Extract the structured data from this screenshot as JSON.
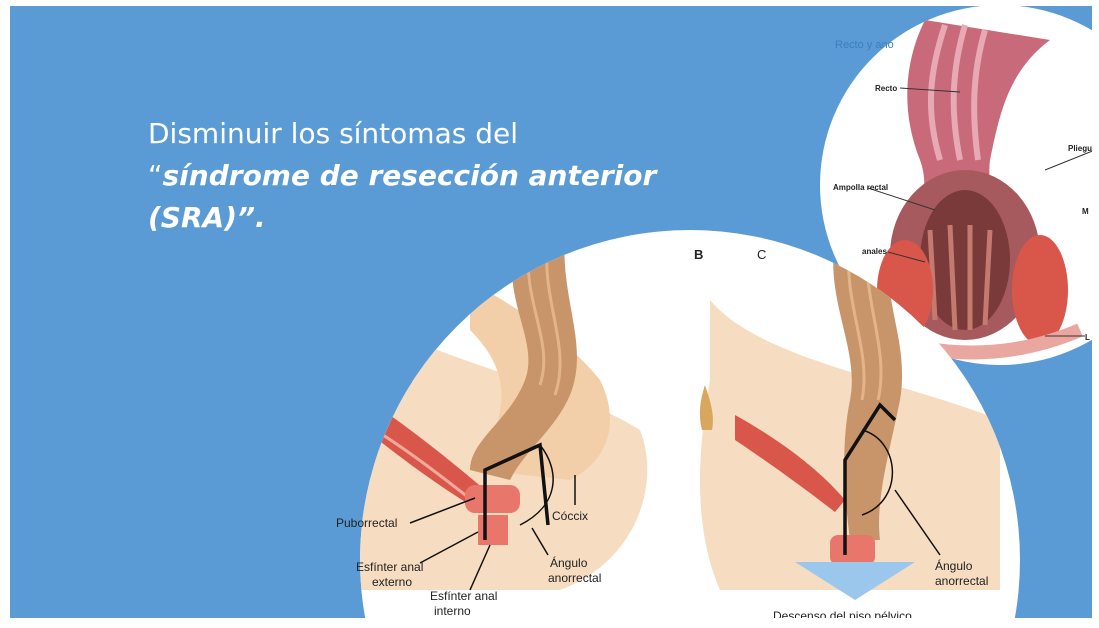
{
  "slide": {
    "title_line1": "Disminuir los síntomas del",
    "title_quote_open": "“",
    "title_emphasis_line2": "síndrome de resección anterior",
    "title_emphasis_line3": "(SRA)”."
  },
  "figure_lower": {
    "panel_letter_b": "B",
    "panel_letter_c": "C",
    "labels": {
      "puborrectal": "Puborrectal",
      "coccix": "Cóccix",
      "esfinter_externo_1": "Esfínter anal",
      "esfinter_externo_2": "externo",
      "esfinter_interno_1": "Esfínter anal",
      "esfinter_interno_2": "interno",
      "angulo_left_1": "Ángulo",
      "angulo_left_2": "anorrectal",
      "angulo_right_1": "Ángulo",
      "angulo_right_2": "anorrectal",
      "descenso": "Descenso del piso pélvico"
    }
  },
  "figure_upper": {
    "title": "Recto y ano",
    "labels": {
      "recto": "Recto",
      "pliegues": "Pliegu",
      "ampolla": "Ampolla rectal",
      "anales": "anales",
      "m": "M",
      "l": "L"
    }
  },
  "colors": {
    "slide_blue": "#5b9bd5",
    "muscle_red": "#d9574a",
    "rectum_tan": "#c8946a",
    "skin_light": "#f6dcc0",
    "arrow_blue": "#9cc7ec"
  }
}
